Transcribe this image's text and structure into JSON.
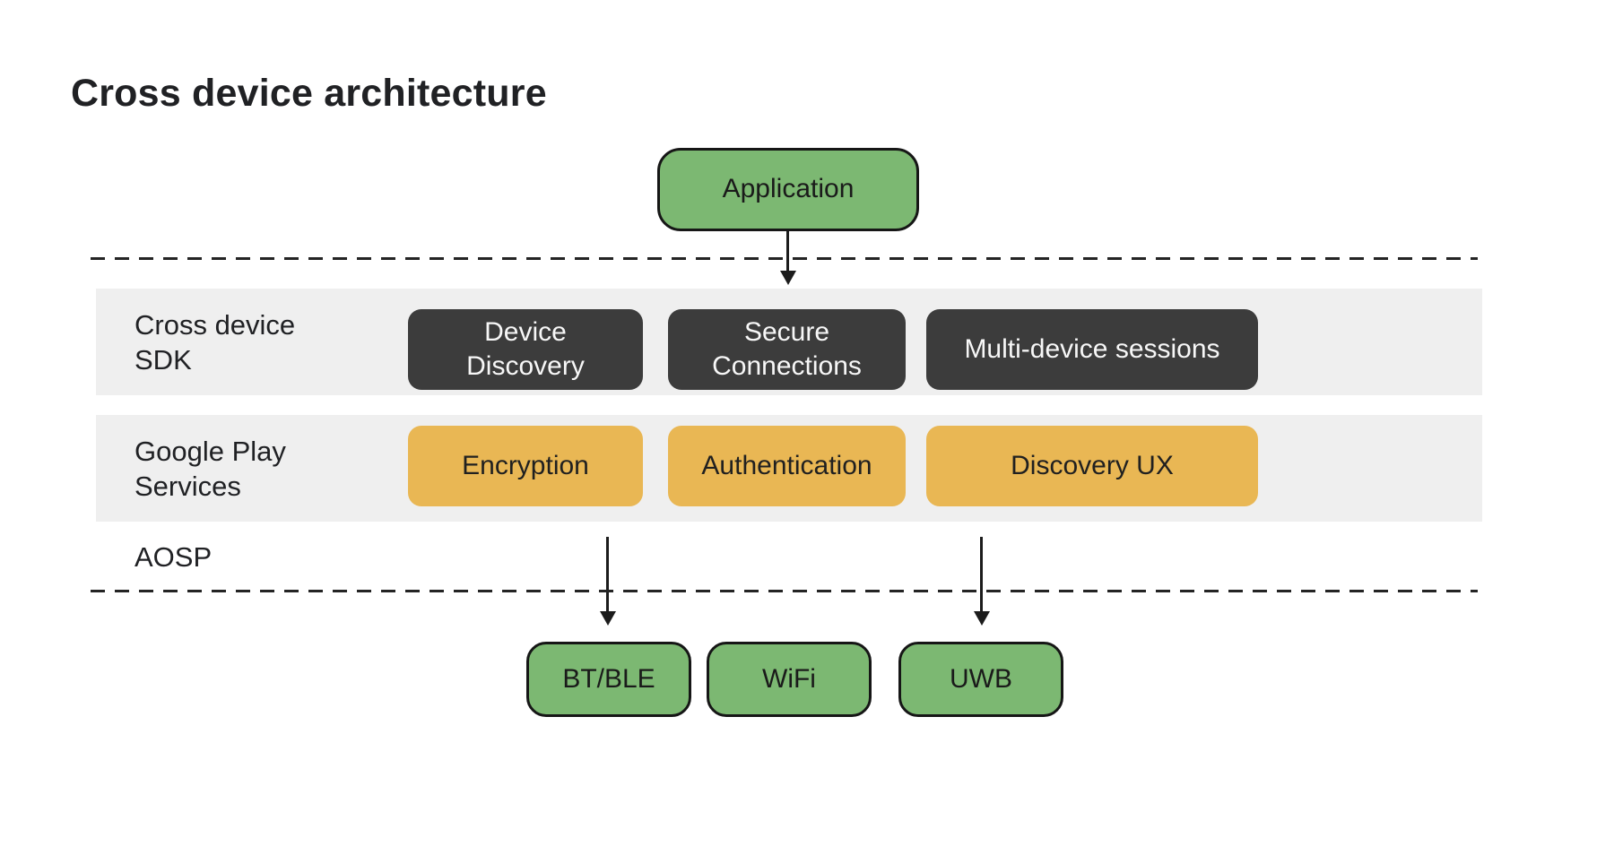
{
  "title": "Cross device architecture",
  "colors": {
    "node_green": "#7CB872",
    "node_dark": "#3C3C3C",
    "node_orange": "#E9B754",
    "band_gray": "#EFEFEF",
    "ink": "#202124",
    "line": "#1C1C1C"
  },
  "application": {
    "label": "Application"
  },
  "bands": [
    {
      "label": "Cross device\nSDK",
      "boxes": [
        "Device\nDiscovery",
        "Secure\nConnections",
        "Multi-device sessions"
      ]
    },
    {
      "label": "Google Play\nServices",
      "boxes": [
        "Encryption",
        "Authentication",
        "Discovery UX"
      ]
    }
  ],
  "aosp": {
    "label": "AOSP"
  },
  "transports": [
    "BT/BLE",
    "WiFi",
    "UWB"
  ]
}
